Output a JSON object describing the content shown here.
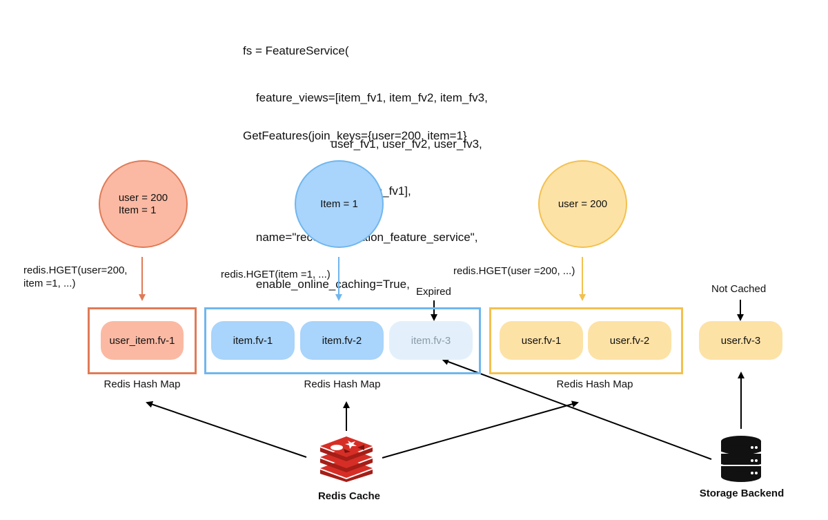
{
  "code": {
    "lines": [
      "fs = FeatureService(",
      "    feature_views=[item_fv1, item_fv2, item_fv3,",
      "                           user_fv1, user_fv2, user_fv3,",
      "                           user_item_fv1],",
      "    name=\"recommendation_feature_service\",",
      "    enable_online_caching=True,",
      ")"
    ],
    "call": "GetFeatures(join_keys={user=200, item=1}"
  },
  "circles": {
    "user_item": "user = 200\nItem = 1",
    "item": "Item = 1",
    "user": "user = 200"
  },
  "commands": {
    "user_item": "redis.HGET(user=200,\nitem =1, ...)",
    "item": "redis.HGET(item =1, ...)",
    "user": "redis.HGET(user =200, ...)"
  },
  "labels": {
    "expired": "Expired",
    "not_cached": "Not Cached"
  },
  "hash_maps": {
    "user_item": {
      "caption": "Redis Hash Map",
      "entries": [
        "user_item.fv-1"
      ]
    },
    "item": {
      "caption": "Redis Hash Map",
      "entries": [
        "item.fv-1",
        "item.fv-2",
        "item.fv-3"
      ]
    },
    "user": {
      "caption": "Redis Hash Map",
      "entries": [
        "user.fv-1",
        "user.fv-2"
      ]
    }
  },
  "uncached": {
    "entry": "user.fv-3"
  },
  "sources": {
    "redis": "Redis Cache",
    "storage": "Storage Backend"
  },
  "colors": {
    "orange_stroke": "#e07a56",
    "orange_fill": "#fbb9a3",
    "blue_stroke": "#6fb6ef",
    "blue_fill": "#a9d4fb",
    "blue_faded": "#e3f0fb",
    "yellow_stroke": "#f3c04f",
    "yellow_fill": "#fde2a6",
    "redis_red": "#d62e26",
    "black": "#000000"
  },
  "icons": {
    "redis": "redis-logo-icon",
    "storage": "database-icon"
  }
}
